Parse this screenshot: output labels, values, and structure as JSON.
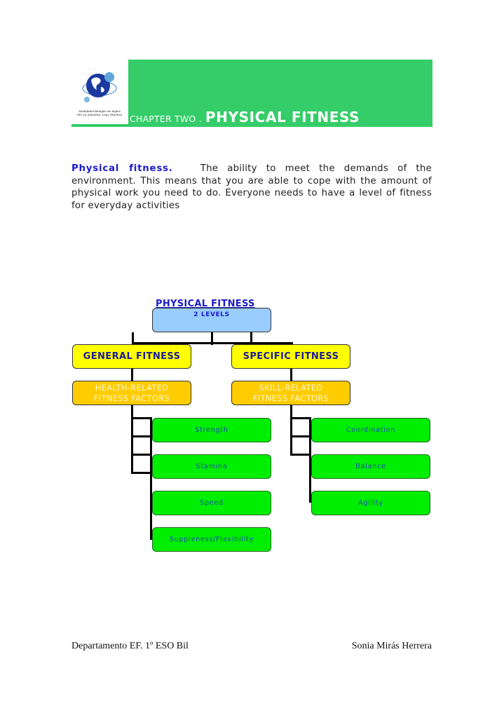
{
  "header": {
    "logo_line1": "Modalidad Bilingüe de Inglés",
    "logo_line2": "IES La Arboleda, Lepe (Huelva)",
    "chapter_prefix": "CHAPTER TWO .",
    "chapter_title": "PHYSICAL FITNESS",
    "band_color": "#35cd69"
  },
  "definition": {
    "term": "Physical fitness.",
    "text": "The ability to meet the demands of the environment. This means that you are able to cope with the amount of physical work you need to do. Everyone needs to have a level of fitness for everyday activities"
  },
  "diagram": {
    "root": {
      "title": "PHYSICAL FITNESS",
      "subtitle": "2 LEVELS",
      "color": "#99ccff"
    },
    "levels": [
      {
        "label": "GENERAL FITNESS",
        "factors": "HEALTH-RELATED FITNESS FACTORS",
        "items": [
          "Strength",
          "Stamina",
          "Speed",
          "Suppleness/Flexibility"
        ]
      },
      {
        "label": "SPECIFIC FITNESS",
        "factors": "SKILL-RELATED FITNESS FACTORS",
        "items": [
          "Coordination",
          "Balance",
          "Agility"
        ]
      }
    ],
    "colors": {
      "level": "#ffff00",
      "factor": "#ffcc00",
      "item": "#00ee00"
    }
  },
  "footer": {
    "left": "Departamento EF. 1º ESO Bil",
    "right": "Sonia Mirás Herrera"
  }
}
